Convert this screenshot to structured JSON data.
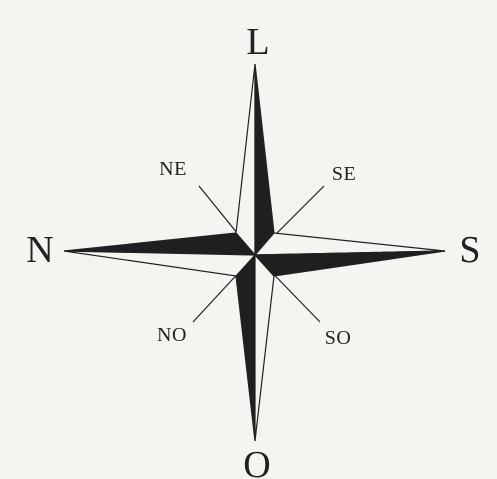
{
  "labels": {
    "top": "L",
    "left": "N",
    "right": "S",
    "bottom": "O",
    "upper_left": "NE",
    "upper_right": "SE",
    "lower_left": "NO",
    "lower_right": "SO"
  },
  "colors": {
    "ink": "#222222",
    "paper": "#f4f4f1"
  }
}
